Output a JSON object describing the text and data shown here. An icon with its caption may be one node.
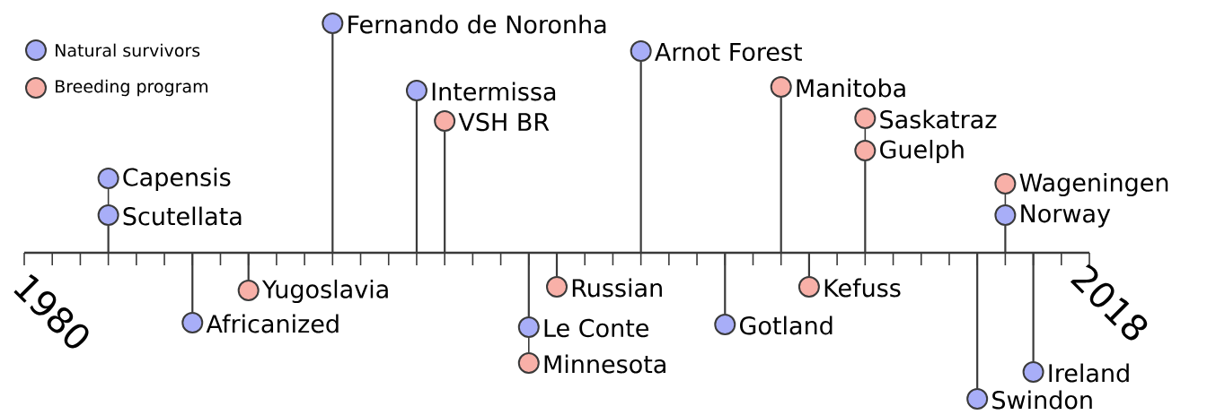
{
  "diagram": {
    "nodes": [
      {
        "text": [
          "Capensis"
        ]
      },
      {
        "text": [
          "Scutellata"
        ]
      },
      {
        "text": [
          "Africanized"
        ]
      },
      {
        "text": [
          "Yugoslavia"
        ]
      },
      {
        "text": [
          "Fernando de Noronha"
        ]
      },
      {
        "text": [
          "Intermissa"
        ]
      },
      {
        "text": [
          "VSH BR"
        ]
      },
      {
        "text": [
          "Le Conte"
        ]
      },
      {
        "text": [
          "Minnesota"
        ]
      },
      {
        "text": [
          "Russian"
        ]
      },
      {
        "text": [
          "Arnot Forest"
        ]
      },
      {
        "text": [
          "Gotland"
        ]
      },
      {
        "text": [
          "Manitoba"
        ]
      },
      {
        "text": [
          "Kefuss"
        ]
      },
      {
        "text": [
          "Saskatraz"
        ]
      },
      {
        "text": [
          "Guelph"
        ]
      },
      {
        "text": [
          "Swindon"
        ]
      },
      {
        "text": [
          "Wageningen"
        ]
      },
      {
        "text": [
          "Norway"
        ]
      },
      {
        "text": [
          "Ireland"
        ]
      },
      {
        "text": [],
        "shape": "bar"
      }
    ],
    "edges": [
      {
        "from": 0,
        "to": 1,
        "arrow": "none"
      },
      {
        "from": 7,
        "to": 8,
        "arrow": "none"
      },
      {
        "from": 14,
        "to": 15,
        "arrow": "none"
      },
      {
        "from": 17,
        "to": 18,
        "arrow": "none"
      },
      {
        "from": 20,
        "to": 1,
        "arrow": "none"
      },
      {
        "from": 20,
        "to": 2,
        "arrow": "none"
      },
      {
        "from": 20,
        "to": 3,
        "arrow": "none"
      },
      {
        "from": 20,
        "to": 4,
        "arrow": "none"
      },
      {
        "from": 20,
        "to": 5,
        "arrow": "none"
      },
      {
        "from": 20,
        "to": 6,
        "arrow": "none"
      },
      {
        "from": 20,
        "to": 7,
        "arrow": "none"
      },
      {
        "from": 20,
        "to": 9,
        "arrow": "none"
      },
      {
        "from": 20,
        "to": 10,
        "arrow": "none"
      },
      {
        "from": 20,
        "to": 11,
        "arrow": "none"
      },
      {
        "from": 20,
        "to": 12,
        "arrow": "none"
      },
      {
        "from": 20,
        "to": 13,
        "arrow": "none"
      },
      {
        "from": 20,
        "to": 15,
        "arrow": "none"
      },
      {
        "from": 20,
        "to": 16,
        "arrow": "none"
      },
      {
        "from": 20,
        "to": 18,
        "arrow": "none"
      },
      {
        "from": 20,
        "to": 19,
        "arrow": "none"
      }
    ],
    "labels": [
      "1980",
      "2018"
    ],
    "legend": [
      {
        "text": "Natural survivors",
        "color": "#a8aef8"
      },
      {
        "text": "Breeding program",
        "color": "#f8b0a8"
      }
    ]
  }
}
